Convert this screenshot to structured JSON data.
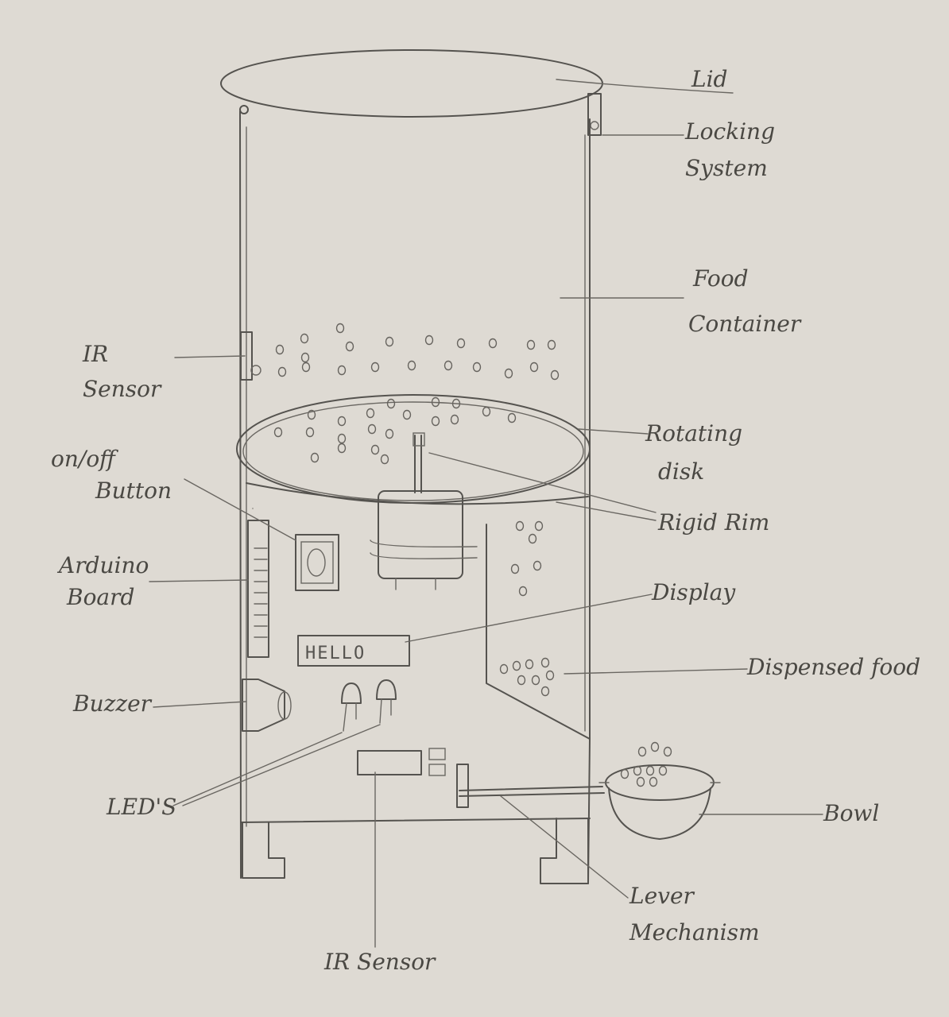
{
  "labels": {
    "lid": "Lid",
    "locking_1": "Locking",
    "locking_2": "System",
    "food_1": "Food",
    "food_2": "Container",
    "ir_top_1": "IR",
    "ir_top_2": "Sensor",
    "onoff_1": "on/off",
    "onoff_2": "Button",
    "rotating_1": "Rotating",
    "rotating_2": "disk",
    "rigid_rim": "Rigid Rim",
    "arduino_1": "Arduino",
    "arduino_2": "Board",
    "display": "Display",
    "dispensed_food": "Dispensed food",
    "buzzer": "Buzzer",
    "leds": "LED'S",
    "bowl": "Bowl",
    "lever_1": "Lever",
    "lever_2": "Mechanism",
    "ir_bottom": "IR Sensor"
  },
  "display_text": "HELLO",
  "colors": {
    "paper": "#dedad3",
    "pencil": "#55534f"
  }
}
